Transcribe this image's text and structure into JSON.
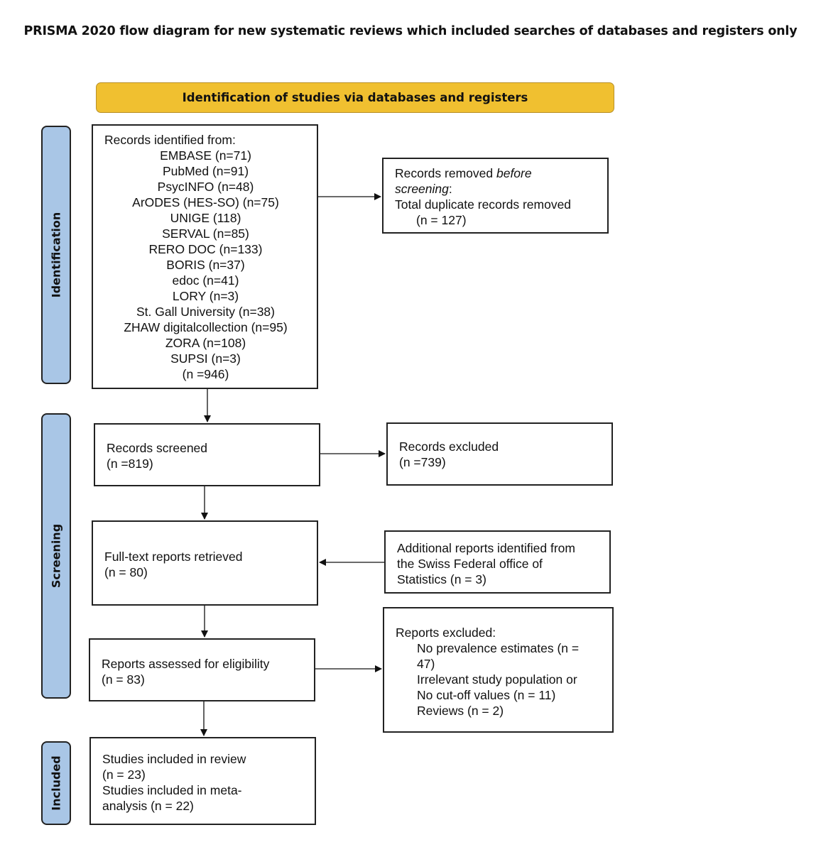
{
  "title": "PRISMA 2020 flow diagram for new systematic reviews which included searches of databases and registers only",
  "banner": "Identification of studies via databases and registers",
  "phases": {
    "identification": "Identification",
    "screening": "Screening",
    "included": "Included"
  },
  "records_identified": {
    "heading": "Records identified from:",
    "sources": [
      "EMBASE (n=71)",
      "PubMed (n=91)",
      "PsycINFO (n=48)",
      "ArODES (HES-SO) (n=75)",
      "UNIGE (118)",
      "SERVAL (n=85)",
      "RERO DOC (n=133)",
      "BORIS (n=37)",
      "edoc (n=41)",
      "LORY (n=3)",
      "St. Gall University (n=38)",
      "ZHAW digitalcollection (n=95)",
      "ZORA (n=108)",
      "SUPSI (n=3)",
      "(n =946)"
    ]
  },
  "records_removed": {
    "prefix": "Records removed ",
    "emph1": "before",
    "emph2": "screening",
    "suffix": ":",
    "line3": "Total duplicate records removed",
    "line4": "(n = 127)"
  },
  "records_screened": {
    "line1": "Records screened",
    "line2": "(n =819)"
  },
  "records_excluded": {
    "line1": "Records excluded",
    "line2": "(n =739)"
  },
  "fulltext": {
    "line1": "Full-text reports retrieved",
    "line2": "(n = 80)"
  },
  "additional": {
    "line1": "Additional reports identified from",
    "line2": "the Swiss Federal office of",
    "line3": "Statistics (n = 3)"
  },
  "assessed": {
    "line1": "Reports assessed for eligibility",
    "line2": "(n = 83)"
  },
  "reports_excluded": {
    "heading": "Reports excluded:",
    "line1": "No prevalence estimates (n =",
    "line2": "47)",
    "line3": "Irrelevant study population or",
    "line4": "No cut-off values (n = 11)",
    "line5": "Reviews (n = 2)"
  },
  "included": {
    "line1": "Studies included in review",
    "line2": "(n = 23)",
    "line3": "Studies included in meta-",
    "line4": "analysis (n = 22)"
  }
}
